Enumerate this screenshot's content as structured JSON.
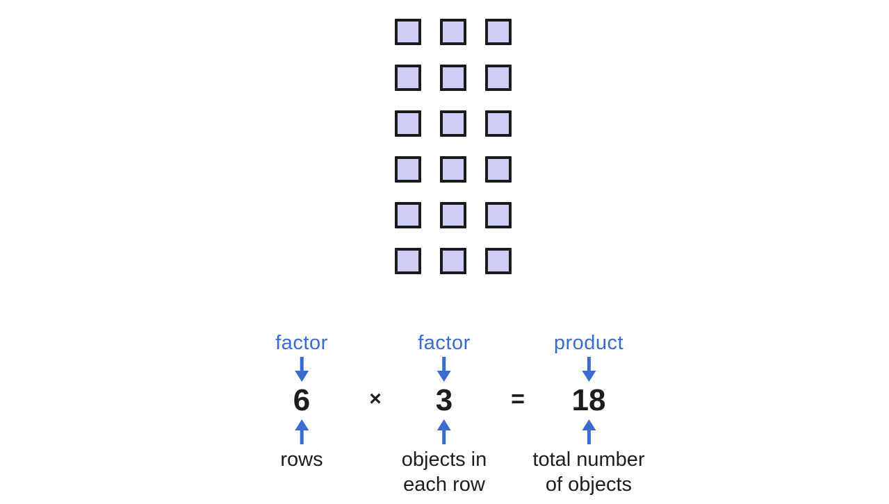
{
  "colors": {
    "background": "#ffffff",
    "accent_blue": "#3a6bd0",
    "square_fill": "#cdcdf5",
    "square_border": "#1b1b1b",
    "text_black": "#1d1d1d"
  },
  "array_diagram": {
    "rows": 6,
    "columns": 3,
    "total_squares": 18
  },
  "equation": {
    "factor_1": {
      "label": "factor",
      "value": "6",
      "description_lines": [
        "rows"
      ]
    },
    "multiply_sign": "×",
    "factor_2": {
      "label": "factor",
      "value": "3",
      "description_lines": [
        "objects in",
        "each row"
      ]
    },
    "equals_sign": "=",
    "product": {
      "label": "product",
      "value": "18",
      "description_lines": [
        "total number",
        "of objects"
      ]
    }
  }
}
